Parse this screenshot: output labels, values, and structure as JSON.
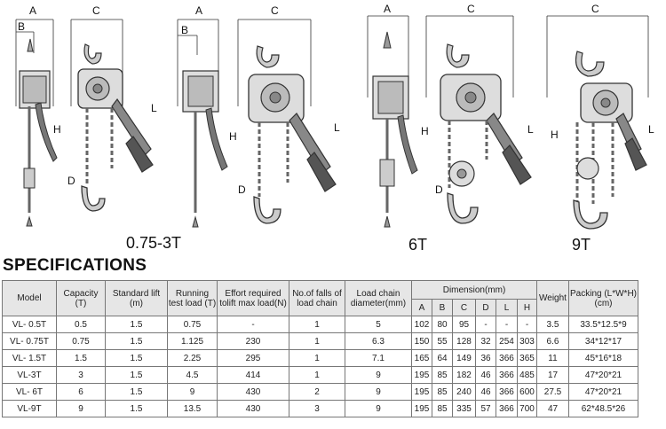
{
  "drawings": {
    "captions": [
      "0.75-3T",
      "6T",
      "9T"
    ],
    "dimension_letters": {
      "a": "A",
      "b": "B",
      "c": "C",
      "d": "D",
      "h": "H",
      "l": "L"
    }
  },
  "spec_title": "SPECIFICATIONS",
  "table": {
    "headers": {
      "model": "Model",
      "capacity": "Capacity (T)",
      "lift": "Standard lift (m)",
      "test_load": "Running test load (T)",
      "effort": "Effort required tolift max load(N)",
      "falls": "No.of falls of load chain",
      "chain_dia": "Load chain diameter(mm)",
      "dimension": "Dimension(mm)",
      "dims": [
        "A",
        "B",
        "C",
        "D",
        "L",
        "H"
      ],
      "weight": "Weight",
      "packing": "Packing (L*W*H)(cm)"
    },
    "rows": [
      {
        "model": "VL- 0.5T",
        "capacity": "0.5",
        "lift": "1.5",
        "test_load": "0.75",
        "effort": "-",
        "falls": "1",
        "chain": "5",
        "a": "102",
        "b": "80",
        "c": "95",
        "d": "-",
        "l": "-",
        "h": "-",
        "weight": "3.5",
        "packing": "33.5*12.5*9"
      },
      {
        "model": "VL- 0.75T",
        "capacity": "0.75",
        "lift": "1.5",
        "test_load": "1.125",
        "effort": "230",
        "falls": "1",
        "chain": "6.3",
        "a": "150",
        "b": "55",
        "c": "128",
        "d": "32",
        "l": "254",
        "h": "303",
        "weight": "6.6",
        "packing": "34*12*17"
      },
      {
        "model": "VL- 1.5T",
        "capacity": "1.5",
        "lift": "1.5",
        "test_load": "2.25",
        "effort": "295",
        "falls": "1",
        "chain": "7.1",
        "a": "165",
        "b": "64",
        "c": "149",
        "d": "36",
        "l": "366",
        "h": "365",
        "weight": "11",
        "packing": "45*16*18"
      },
      {
        "model": "VL-3T",
        "capacity": "3",
        "lift": "1.5",
        "test_load": "4.5",
        "effort": "414",
        "falls": "1",
        "chain": "9",
        "a": "195",
        "b": "85",
        "c": "182",
        "d": "46",
        "l": "366",
        "h": "485",
        "weight": "17",
        "packing": "47*20*21"
      },
      {
        "model": "VL- 6T",
        "capacity": "6",
        "lift": "1.5",
        "test_load": "9",
        "effort": "430",
        "falls": "2",
        "chain": "9",
        "a": "195",
        "b": "85",
        "c": "240",
        "d": "46",
        "l": "366",
        "h": "600",
        "weight": "27.5",
        "packing": "47*20*21"
      },
      {
        "model": "VL-9T",
        "capacity": "9",
        "lift": "1.5",
        "test_load": "13.5",
        "effort": "430",
        "falls": "3",
        "chain": "9",
        "a": "195",
        "b": "85",
        "c": "335",
        "d": "57",
        "l": "366",
        "h": "700",
        "weight": "47",
        "packing": "62*48.5*26"
      }
    ]
  }
}
